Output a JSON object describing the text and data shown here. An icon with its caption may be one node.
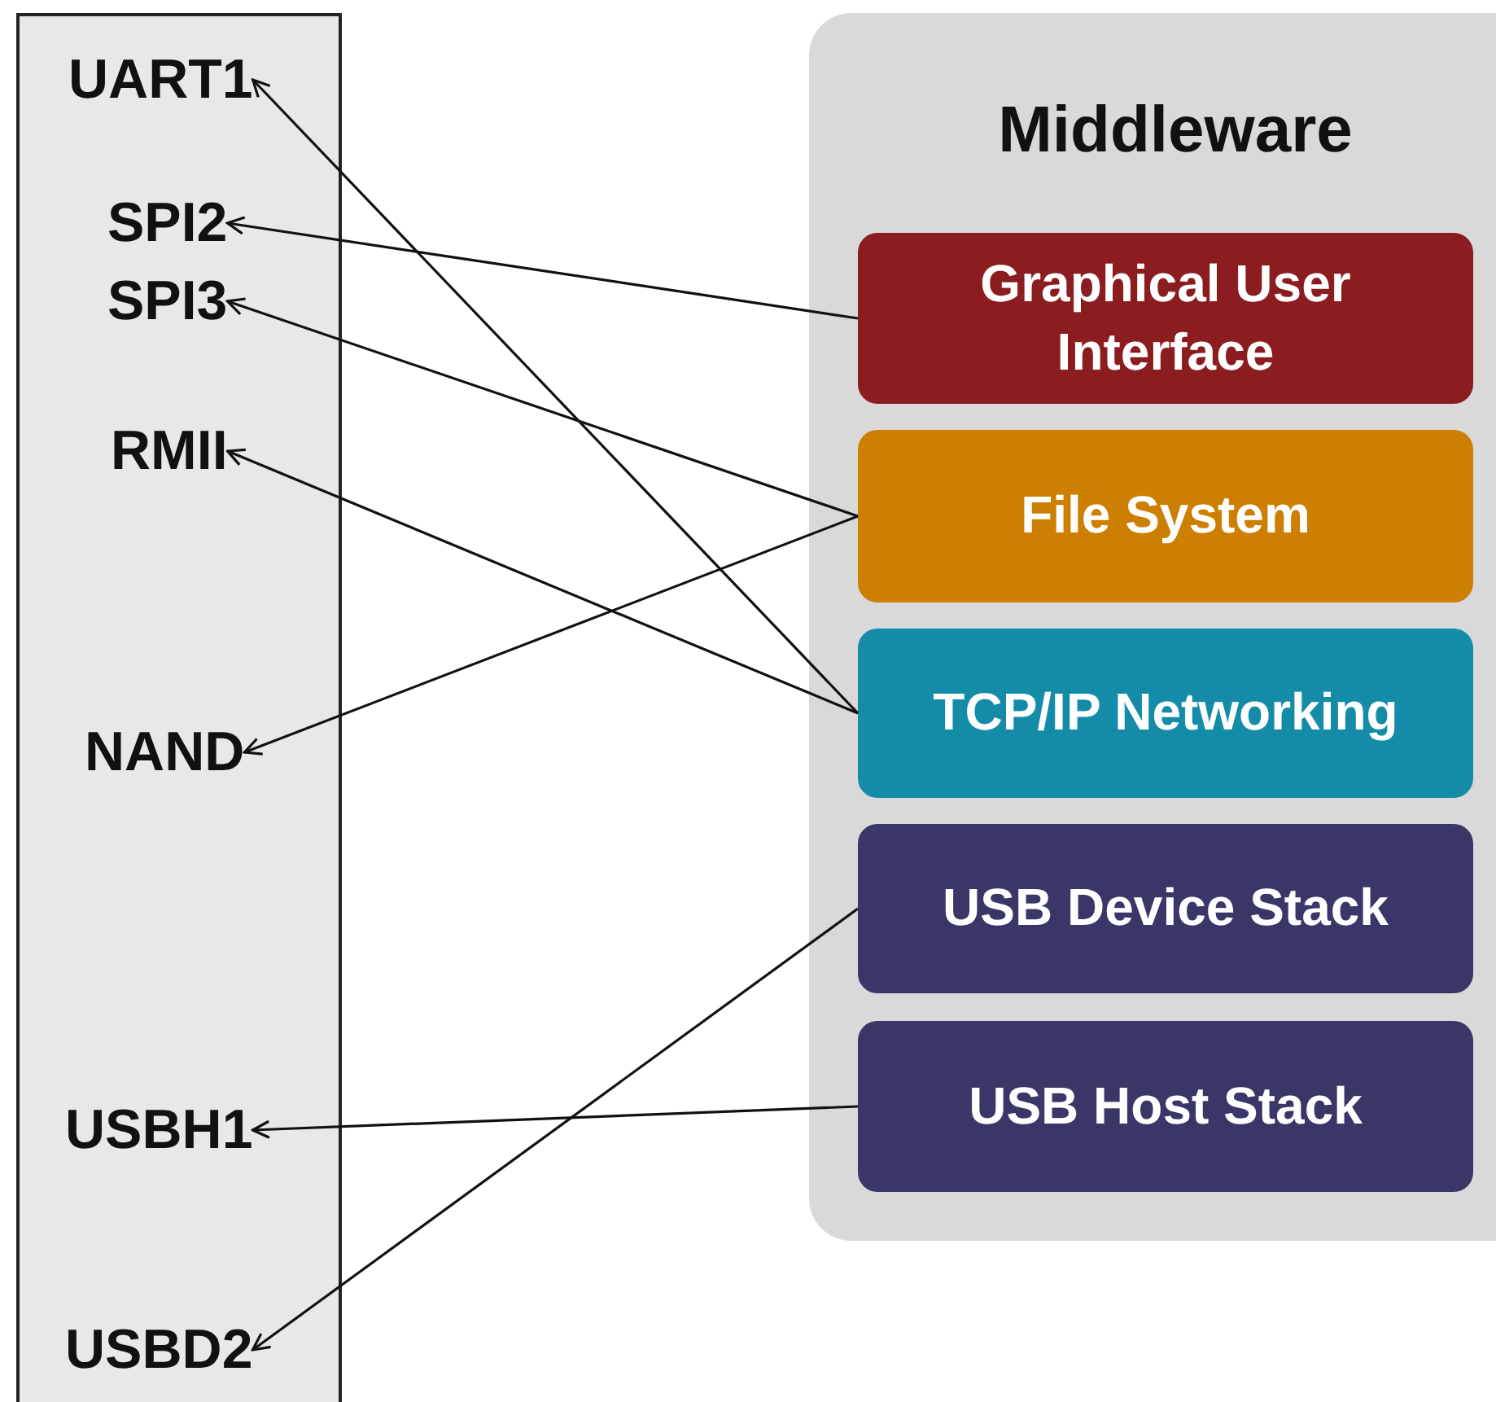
{
  "diagram": {
    "nodes": [
      {
        "text": [],
        "shape": "box"
      },
      {
        "text": [
          "UART1"
        ],
        "in": 0
      },
      {
        "text": [
          "SPI2"
        ],
        "in": 0
      },
      {
        "text": [
          "SPI3"
        ],
        "in": 0
      },
      {
        "text": [
          "RMII"
        ],
        "in": 0
      },
      {
        "text": [
          "NAND"
        ],
        "in": 0
      },
      {
        "text": [
          "USBH1"
        ],
        "in": 0
      },
      {
        "text": [
          "USBD2"
        ],
        "in": 0
      },
      {
        "text": [
          "Middleware"
        ]
      },
      {
        "text": [
          "Graphical User Interface"
        ],
        "in": 8
      },
      {
        "text": [
          "File System"
        ],
        "in": 8
      },
      {
        "text": [
          "TCP/IP Networking"
        ],
        "in": 8
      },
      {
        "text": [
          "USB Device Stack"
        ],
        "in": 8
      },
      {
        "text": [
          "USB Host Stack"
        ],
        "in": 8
      }
    ],
    "edges": [
      {
        "from": 9,
        "to": 2,
        "arrow": "to"
      },
      {
        "from": 10,
        "to": 3,
        "arrow": "to"
      },
      {
        "from": 10,
        "to": 5,
        "arrow": "to"
      },
      {
        "from": 11,
        "to": 1,
        "arrow": "to"
      },
      {
        "from": 11,
        "to": 4,
        "arrow": "to"
      },
      {
        "from": 12,
        "to": 7,
        "arrow": "to"
      },
      {
        "from": 13,
        "to": 6,
        "arrow": "to"
      }
    ]
  }
}
